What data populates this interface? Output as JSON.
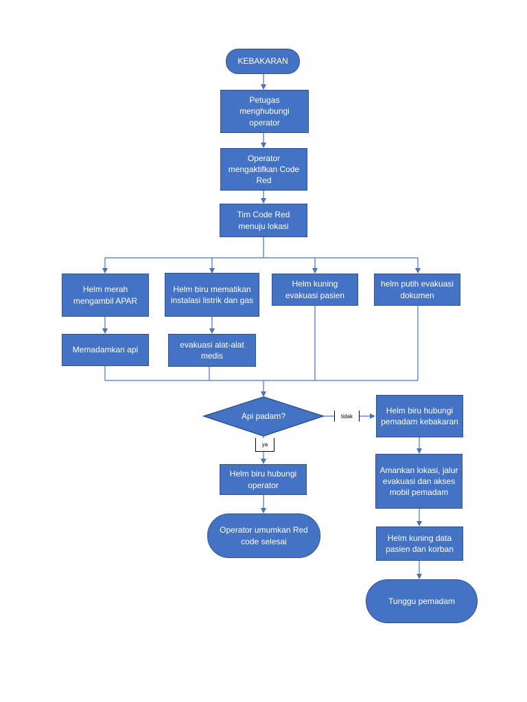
{
  "colors": {
    "node_fill": "#4472C4",
    "node_border": "#2F528F",
    "connector": "#4472C4",
    "label_text": "#FFFFFF"
  },
  "nodes": {
    "start": "KEBAKARAN",
    "step1": "Petugas menghubungi operator",
    "step2": "Operator mengaktifkan Code Red",
    "step3": "Tim Code Red menuju lokasi",
    "red": "Helm merah mengambil APAR",
    "red_action": "Memadamkan api",
    "blue": "Helm biru mematikan instalasi listrik dan  gas",
    "blue_action": "evakuasi alat-alat medis",
    "yellow": "Helm kuning evakuasi pasien",
    "white": "helm putih evakuasi dokumen",
    "decision": "Api padam?",
    "yes_label": "ya",
    "no_label": "tidak",
    "yes_step": "Helm biru hubungi operator",
    "yes_end": "Operator umumkan Red code selesai",
    "no_step1": "Helm biru hubungi pemadam kebakaran",
    "no_step2": "Amankan lokasi, jalur evakuasi dan akses mobil pemadam",
    "no_step3": "Helm kuning data pasien dan korban",
    "no_end": "Tunggu pemadam"
  }
}
